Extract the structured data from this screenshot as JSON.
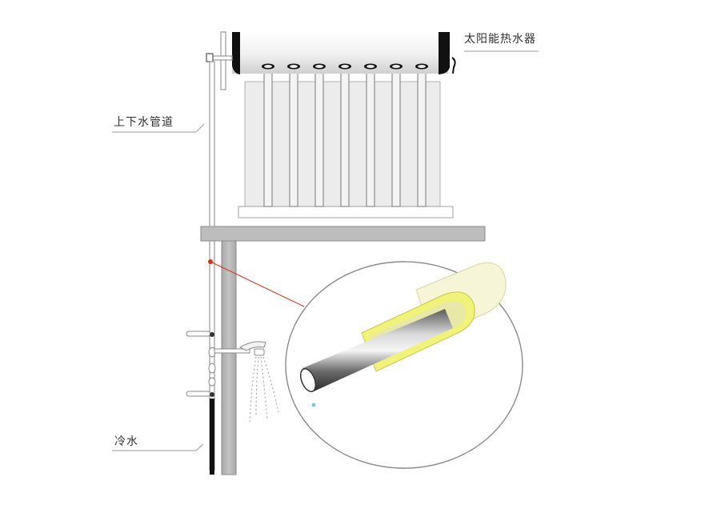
{
  "diagram": {
    "labels": {
      "heater": "太阳能热水器",
      "pipe": "上下水管道",
      "cold_water": "冷水"
    },
    "colors": {
      "tank_body": "#e9e9e9",
      "tank_cap": "#111111",
      "tube": "#b8b8b8",
      "panel": "#ececec",
      "wall": "#bcbcbc",
      "callout_line": "#d9301e",
      "insulation": "#f0f27a",
      "outer_sleeve": "#f6f5d8",
      "metal_pipe": "#8d8d8d",
      "cold_pipe": "#111111",
      "water_drop": "#8fc0d4"
    },
    "tube_count": 7,
    "callout": {
      "description": "magnified cross-section of insulated pipe: metal inner pipe inside yellow foam insulation and pale outer sleeve"
    }
  }
}
